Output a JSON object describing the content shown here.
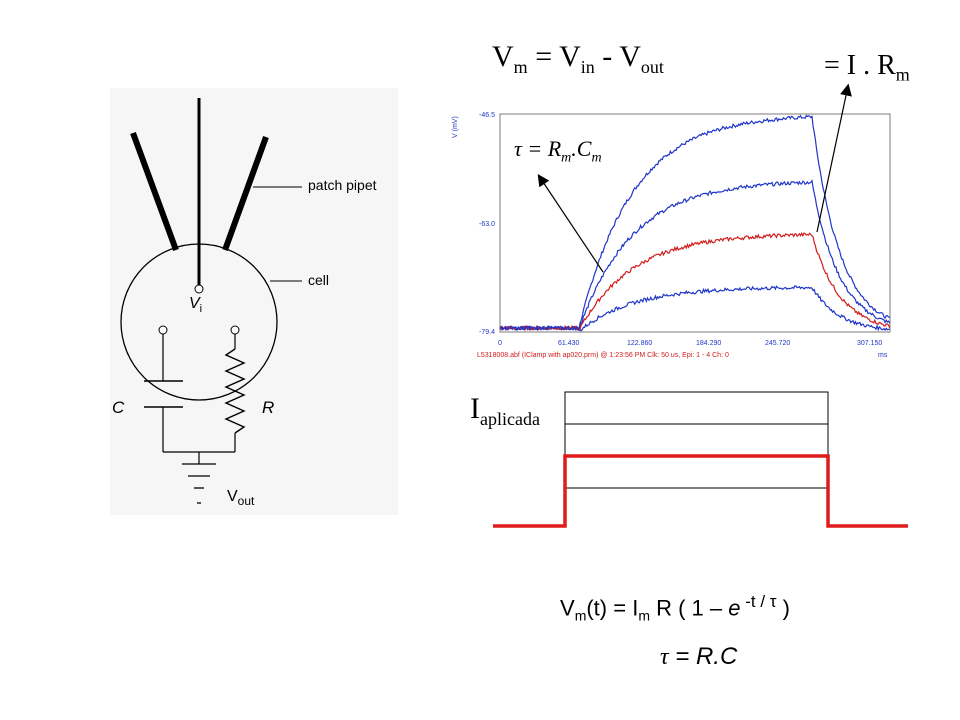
{
  "circuit": {
    "label_patch_pipet": "patch pipet",
    "label_cell": "cell",
    "label_vi_main": "V",
    "label_vi_sub": "i",
    "label_c": "C",
    "label_r": "R",
    "label_vout_main": "V",
    "label_vout_sub": "out"
  },
  "equations": {
    "vm_main": "V",
    "vm_sub": "m",
    "vm_eq": " = V",
    "vin_sub": "in",
    "vm_minus": " - V",
    "vout_sub": "out",
    "irm_eq": "= I . R",
    "irm_sub": "m",
    "tau_chart_sym": "τ",
    "tau_chart_eq": " = R",
    "tau_chart_rsub": "m",
    "tau_chart_dot": ".C",
    "tau_chart_csub": "m",
    "vmt_v": "V",
    "vmt_vsub": "m",
    "vmt_mid": "(t) = I",
    "vmt_isub": "m",
    "vmt_rest": " R ( 1 – ",
    "vmt_e": "e",
    "vmt_exp": " -t / τ",
    "vmt_close": " )",
    "tau_rc_sym": "τ",
    "tau_rc_rest": " = R.C",
    "iapl_main": "I",
    "iapl_sub": "aplicada"
  },
  "chart_data": {
    "type": "line",
    "ylabel": "V (mV)",
    "xlabel": "ms",
    "yticks": [
      "-46.5",
      "-63.0",
      "-79.4"
    ],
    "xticks": [
      "0",
      "61.430",
      "122.860",
      "184.290",
      "245.720",
      "307.150"
    ],
    "xlim": [
      0,
      307.15
    ],
    "ylim": [
      -79.4,
      -46.5
    ],
    "status_line": "L5318008.abf (IClamp with ap020.prm) @ 1:23:56 PM    Clk:  50 us,  Epi:  1 -  4 Ch:  0",
    "series_colors": [
      "#1f36c8",
      "#1f36c8",
      "#d21c1c",
      "#1f36c8"
    ],
    "baseline": -79.4,
    "step_on": 61.43,
    "step_off": 245.72,
    "tau_on": 42,
    "tau_off": 22,
    "steady_states": [
      -46.5,
      -56.5,
      -64.5,
      -72.6
    ]
  },
  "colors": {
    "trace_blue": "#1f36c8",
    "trace_red": "#d21c1c",
    "frame": "#7b7b7b",
    "current_red": "#e01b1b"
  }
}
